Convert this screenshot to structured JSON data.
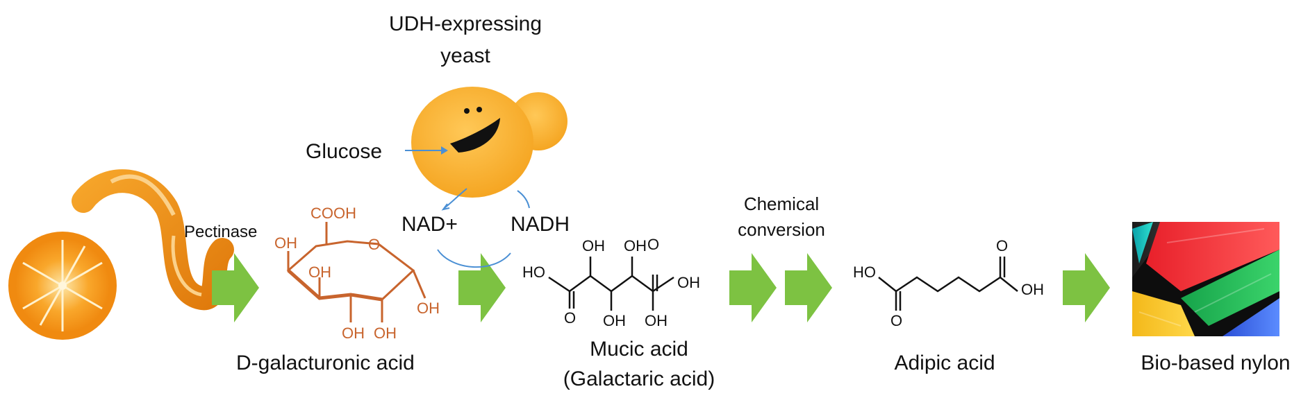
{
  "yeast": {
    "label_line1": "UDH-expressing",
    "label_line2": "yeast",
    "input": "Glucose",
    "cofactor_in": "NAD+",
    "cofactor_out": "NADH"
  },
  "steps": {
    "pectinase": "Pectinase",
    "chemical_line1": "Chemical",
    "chemical_line2": "conversion"
  },
  "compounds": {
    "galacturonic": "D-galacturonic acid",
    "mucic_line1": "Mucic acid",
    "mucic_line2": "(Galactaric acid)",
    "adipic": "Adipic acid",
    "nylon": "Bio-based nylon"
  },
  "atoms": {
    "cooh": "COOH",
    "oh": "OH",
    "ho": "HO",
    "o": "O"
  },
  "colors": {
    "arrow_green": "#7dc242",
    "yeast_body": "#f7b731",
    "galacturonic_color": "#c8642d",
    "cofactor_arc": "#4a8fd4"
  },
  "icons": {
    "orange": "orange-peel-icon",
    "yeast": "yeast-cell-icon",
    "nylon": "nylon-threads-icon"
  }
}
